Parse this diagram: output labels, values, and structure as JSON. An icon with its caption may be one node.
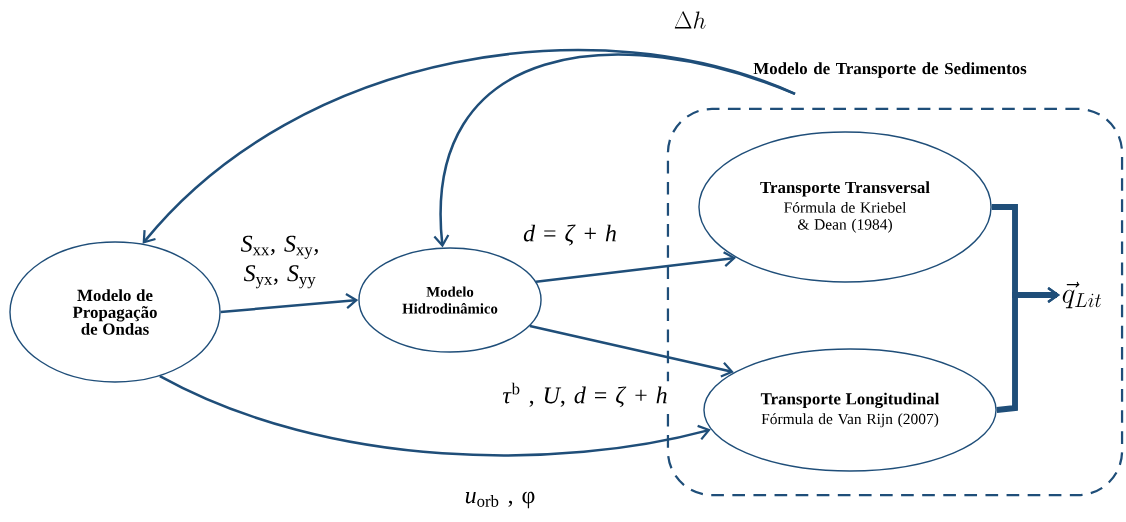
{
  "diagram": {
    "nodes": [
      {
        "text": [
          "Modelo de Transporte de Sedimentos"
        ]
      },
      {
        "text": [
          "Modelo de Propagação de Ondas"
        ]
      },
      {
        "text": [
          "Modelo Hidrodinâmico"
        ]
      },
      {
        "text": [
          "Transporte Transversal",
          "Fórmula de Kriebel & Dean (1984)"
        ],
        "in": 0
      },
      {
        "text": [
          "Transporte Longitudinal",
          "Fórmula de Van Rijn (2007)"
        ],
        "in": 0
      },
      {
        "text": [
          "\\vec{q}_{Lit}"
        ],
        "in": 0
      }
    ],
    "edges": [
      {
        "from": 0,
        "to": 1,
        "arrow": "to",
        "label": "\\Delta h"
      },
      {
        "from": 0,
        "to": 2,
        "arrow": "to"
      },
      {
        "from": 1,
        "to": 2,
        "arrow": "to",
        "label": "*S*$_{xx}$, *S*$_{xy}$, *S*$_{yx}$, *S*$_{yy}$"
      },
      {
        "from": 2,
        "to": 3,
        "arrow": "to",
        "label": "*d* = *ζ* + *h*"
      },
      {
        "from": 2,
        "to": 4,
        "arrow": "to",
        "label": "*τ*$^{b}$ , *U*, *d* = *ζ* + *h*"
      },
      {
        "from": 1,
        "to": 4,
        "arrow": "to",
        "label": "*u*$_{orb}$ , φ"
      },
      {
        "from": 3,
        "to": 5,
        "arrow": "to",
        "style": "thick"
      },
      {
        "from": 4,
        "to": 5,
        "arrow": "to",
        "style": "thick"
      }
    ]
  }
}
